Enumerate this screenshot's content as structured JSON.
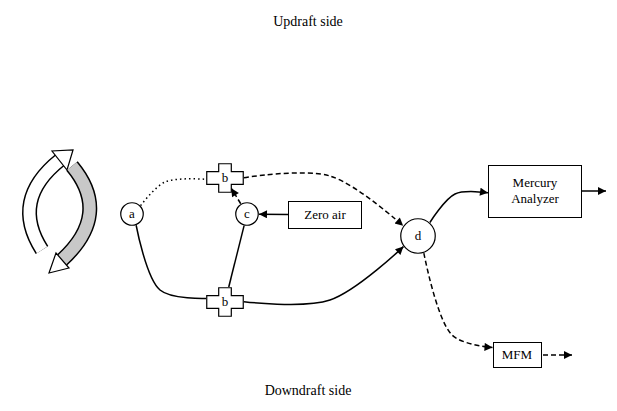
{
  "diagram": {
    "nodes": [
      {
        "text": [
          "a"
        ]
      },
      {
        "text": [
          "b"
        ]
      },
      {
        "text": [
          "c"
        ]
      },
      {
        "text": [
          "Zero air"
        ]
      },
      {
        "text": [
          "b"
        ]
      },
      {
        "text": [
          "d"
        ]
      },
      {
        "text": [
          "Mercury Analyzer"
        ]
      },
      {
        "text": [
          "MFM"
        ]
      }
    ],
    "edges": [
      {
        "from": 0,
        "to": 1,
        "arrow": "none"
      },
      {
        "from": 0,
        "to": 4,
        "arrow": "none"
      },
      {
        "from": 3,
        "to": 2,
        "arrow": "to"
      },
      {
        "from": 2,
        "to": 1,
        "arrow": "to"
      },
      {
        "from": 2,
        "to": 4,
        "arrow": "none"
      },
      {
        "from": 1,
        "to": 5,
        "arrow": "to"
      },
      {
        "from": 4,
        "to": 5,
        "arrow": "to"
      },
      {
        "from": 5,
        "to": 6,
        "arrow": "to"
      },
      {
        "from": 5,
        "to": 7,
        "arrow": "to"
      }
    ],
    "labels": [
      "Updraft side",
      "Downdraft side"
    ]
  }
}
